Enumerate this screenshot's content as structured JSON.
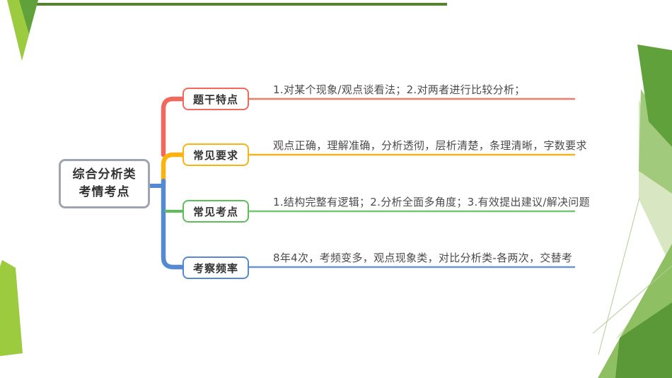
{
  "slide": {
    "background_color": "#ffffff"
  },
  "mindmap": {
    "root": {
      "label_line1": "综合分析类",
      "label_line2": "考情考点",
      "border_color": "#9CA5B0"
    },
    "branches": [
      {
        "label": "题干特点",
        "color": "#F1685C",
        "line_color": "#EF7C6B",
        "detail": "1.对某个现象/观点谈看法；2.对两者进行比较分析；"
      },
      {
        "label": "常见要求",
        "color": "#FBB40F",
        "line_color": "#F5B21B",
        "detail": "观点正确，理解准确，分析透彻，层析清楚，条理清晰，字数要求"
      },
      {
        "label": "常见考点",
        "color": "#5CBD5A",
        "line_color": "#76C476",
        "detail": "1.结构完整有逻辑；2.分析全面多角度；3.有效提出建议/解决问题"
      },
      {
        "label": "考察频率",
        "color": "#5589D2",
        "line_color": "#6C96D2",
        "detail": "8年4次，考频变多，观点现象类，对比分析类-各两次，交替考"
      }
    ]
  },
  "decor": {
    "top_bar_color": "#55842D",
    "lime": "#9CCB3F",
    "dark_green": "#61A13B",
    "darker_green": "#5B9838",
    "medium_green": "#8FBF63",
    "medium_green2": "#A2CA7D",
    "pale_green": "#D8E7C2",
    "hairline": "#B3CD96"
  }
}
